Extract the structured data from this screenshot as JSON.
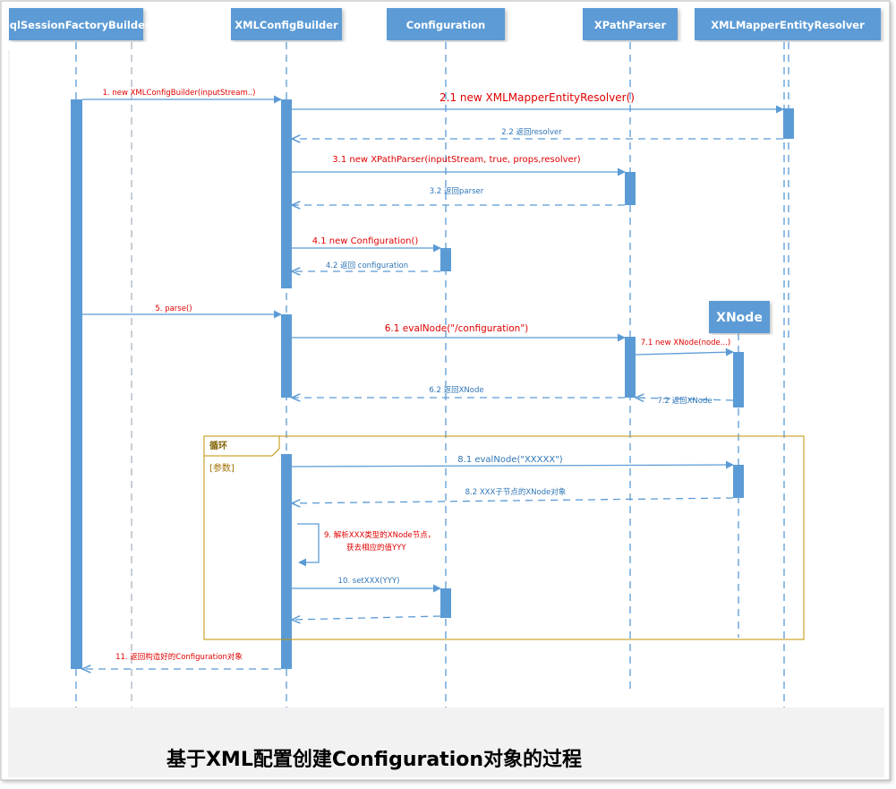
{
  "participants": [
    {
      "id": "sqlsession",
      "name": "SqlSessionFactoryBuilder"
    },
    {
      "id": "xmlconfig",
      "name": "XMLConfigBuilder"
    },
    {
      "id": "configuration",
      "name": "Configuration"
    },
    {
      "id": "xpath",
      "name": "XPathParser"
    },
    {
      "id": "resolver",
      "name": "XMLMapperEntityResolver"
    },
    {
      "id": "xnode",
      "name": "XNode"
    }
  ],
  "messages": [
    {
      "id": "m1",
      "text": "1. new XMLConfigBuilder(inputStream..)",
      "color": "#e00000",
      "kind": "call"
    },
    {
      "id": "m21",
      "text": "2.1 new XMLMapperEntityResolver()",
      "color": "#e00000",
      "kind": "call"
    },
    {
      "id": "m22",
      "text": "2.2 返回resolver",
      "color": "#2e75b6",
      "kind": "return"
    },
    {
      "id": "m31",
      "text": "3.1 new XPathParser(inputStream, true, props,resolver)",
      "color": "#e00000",
      "kind": "call"
    },
    {
      "id": "m32",
      "text": "3.2  返回parser",
      "color": "#2e75b6",
      "kind": "return"
    },
    {
      "id": "m41",
      "text": "4.1 new Configuration()",
      "color": "#e00000",
      "kind": "call"
    },
    {
      "id": "m42",
      "text": "4.2 返回 configuration",
      "color": "#2e75b6",
      "kind": "return"
    },
    {
      "id": "m5",
      "text": "5. parse()",
      "color": "#e00000",
      "kind": "call"
    },
    {
      "id": "m61",
      "text": "6.1  evalNode(\"/configuration\")",
      "color": "#e00000",
      "kind": "call"
    },
    {
      "id": "m71",
      "text": "7.1 new XNode(node...)",
      "color": "#e00000",
      "kind": "call"
    },
    {
      "id": "m62",
      "text": "6.2 返回XNode",
      "color": "#2e75b6",
      "kind": "return"
    },
    {
      "id": "m72",
      "text": "7.2 返回XNode",
      "color": "#2e75b6",
      "kind": "return"
    },
    {
      "id": "m81",
      "text": "8.1 evalNode(\"XXXXX\")",
      "color": "#2e75b6",
      "kind": "call"
    },
    {
      "id": "m82",
      "text": "8.2 XXX子节点的XNode对象",
      "color": "#2e75b6",
      "kind": "return"
    },
    {
      "id": "m9a",
      "text": "9. 解析XXX类型的XNode节点，",
      "color": "#e00000",
      "kind": "self"
    },
    {
      "id": "m9b",
      "text": "获去相应的值YYY",
      "color": "#e00000",
      "kind": "self"
    },
    {
      "id": "m10",
      "text": "10. setXXX(YYY)",
      "color": "#2e75b6",
      "kind": "call"
    },
    {
      "id": "m11",
      "text": "11. 返回构造好的Configuration对象",
      "color": "#e00000",
      "kind": "return"
    }
  ],
  "loop": {
    "label": "循环",
    "guard": "[参数]"
  },
  "caption": "基于XML配置创建Configuration对象的过程",
  "colors": {
    "lifeline": "#5b9bd5",
    "call_text": "#e00000",
    "return_text": "#2e75b6",
    "loop_frame": "#c09000"
  }
}
